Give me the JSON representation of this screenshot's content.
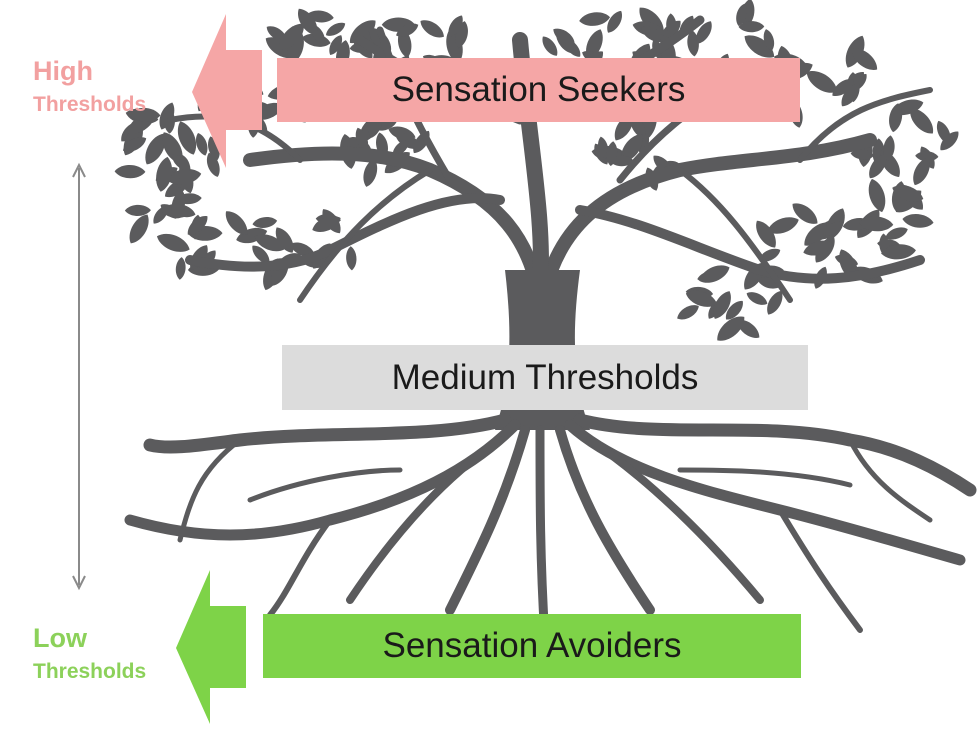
{
  "labels": {
    "high": {
      "big": "High",
      "small": "Thresholds"
    },
    "low": {
      "big": "Low",
      "small": "Thresholds"
    }
  },
  "banners": {
    "top": "Sensation Seekers",
    "middle": "Medium Thresholds",
    "bottom": "Sensation Avoiders"
  },
  "colors": {
    "seekers": "#f5a6a6",
    "medium": "#dcdcdc",
    "avoiders": "#7ed348",
    "tree": "#5b5b5d",
    "high_text": "#f2a0a0",
    "low_text": "#8cd15a"
  },
  "icons": {
    "tree": "tree-illustration",
    "up_arrow": "arrow-left-up-icon",
    "down_arrow": "arrow-left-down-icon",
    "scale": "double-headed-vertical-arrow-icon"
  }
}
